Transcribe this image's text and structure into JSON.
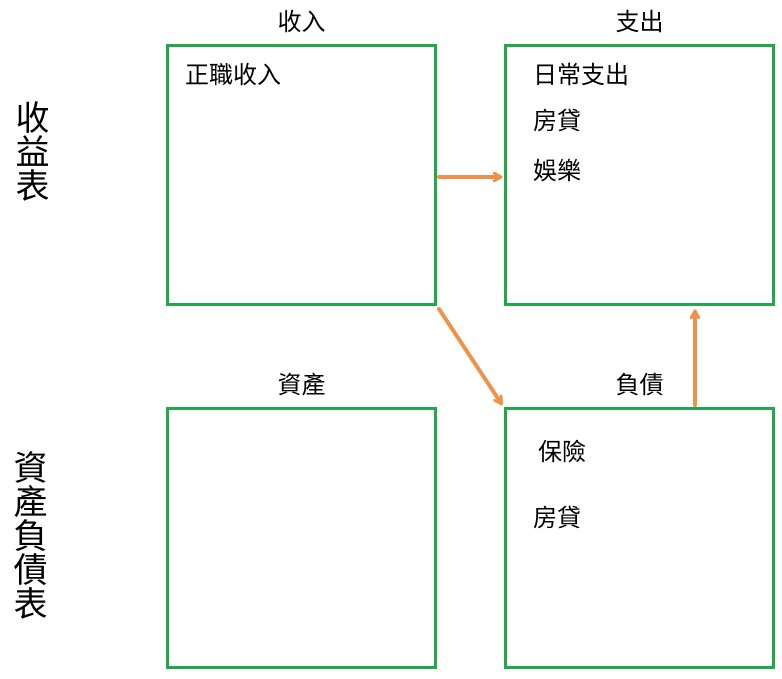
{
  "side_labels": {
    "income_statement": "收益表",
    "balance_sheet": "資產負債表"
  },
  "boxes": {
    "income": {
      "title": "收入",
      "items": [
        "正職收入"
      ]
    },
    "expense": {
      "title": "支出",
      "items": [
        "日常支出",
        "房貸",
        "娛樂"
      ]
    },
    "assets": {
      "title": "資產",
      "items": []
    },
    "liabilities": {
      "title": "負債",
      "items": [
        "保險",
        "房貸"
      ]
    }
  },
  "colors": {
    "box_border": "#22a84a",
    "arrow": "#f0914a"
  }
}
